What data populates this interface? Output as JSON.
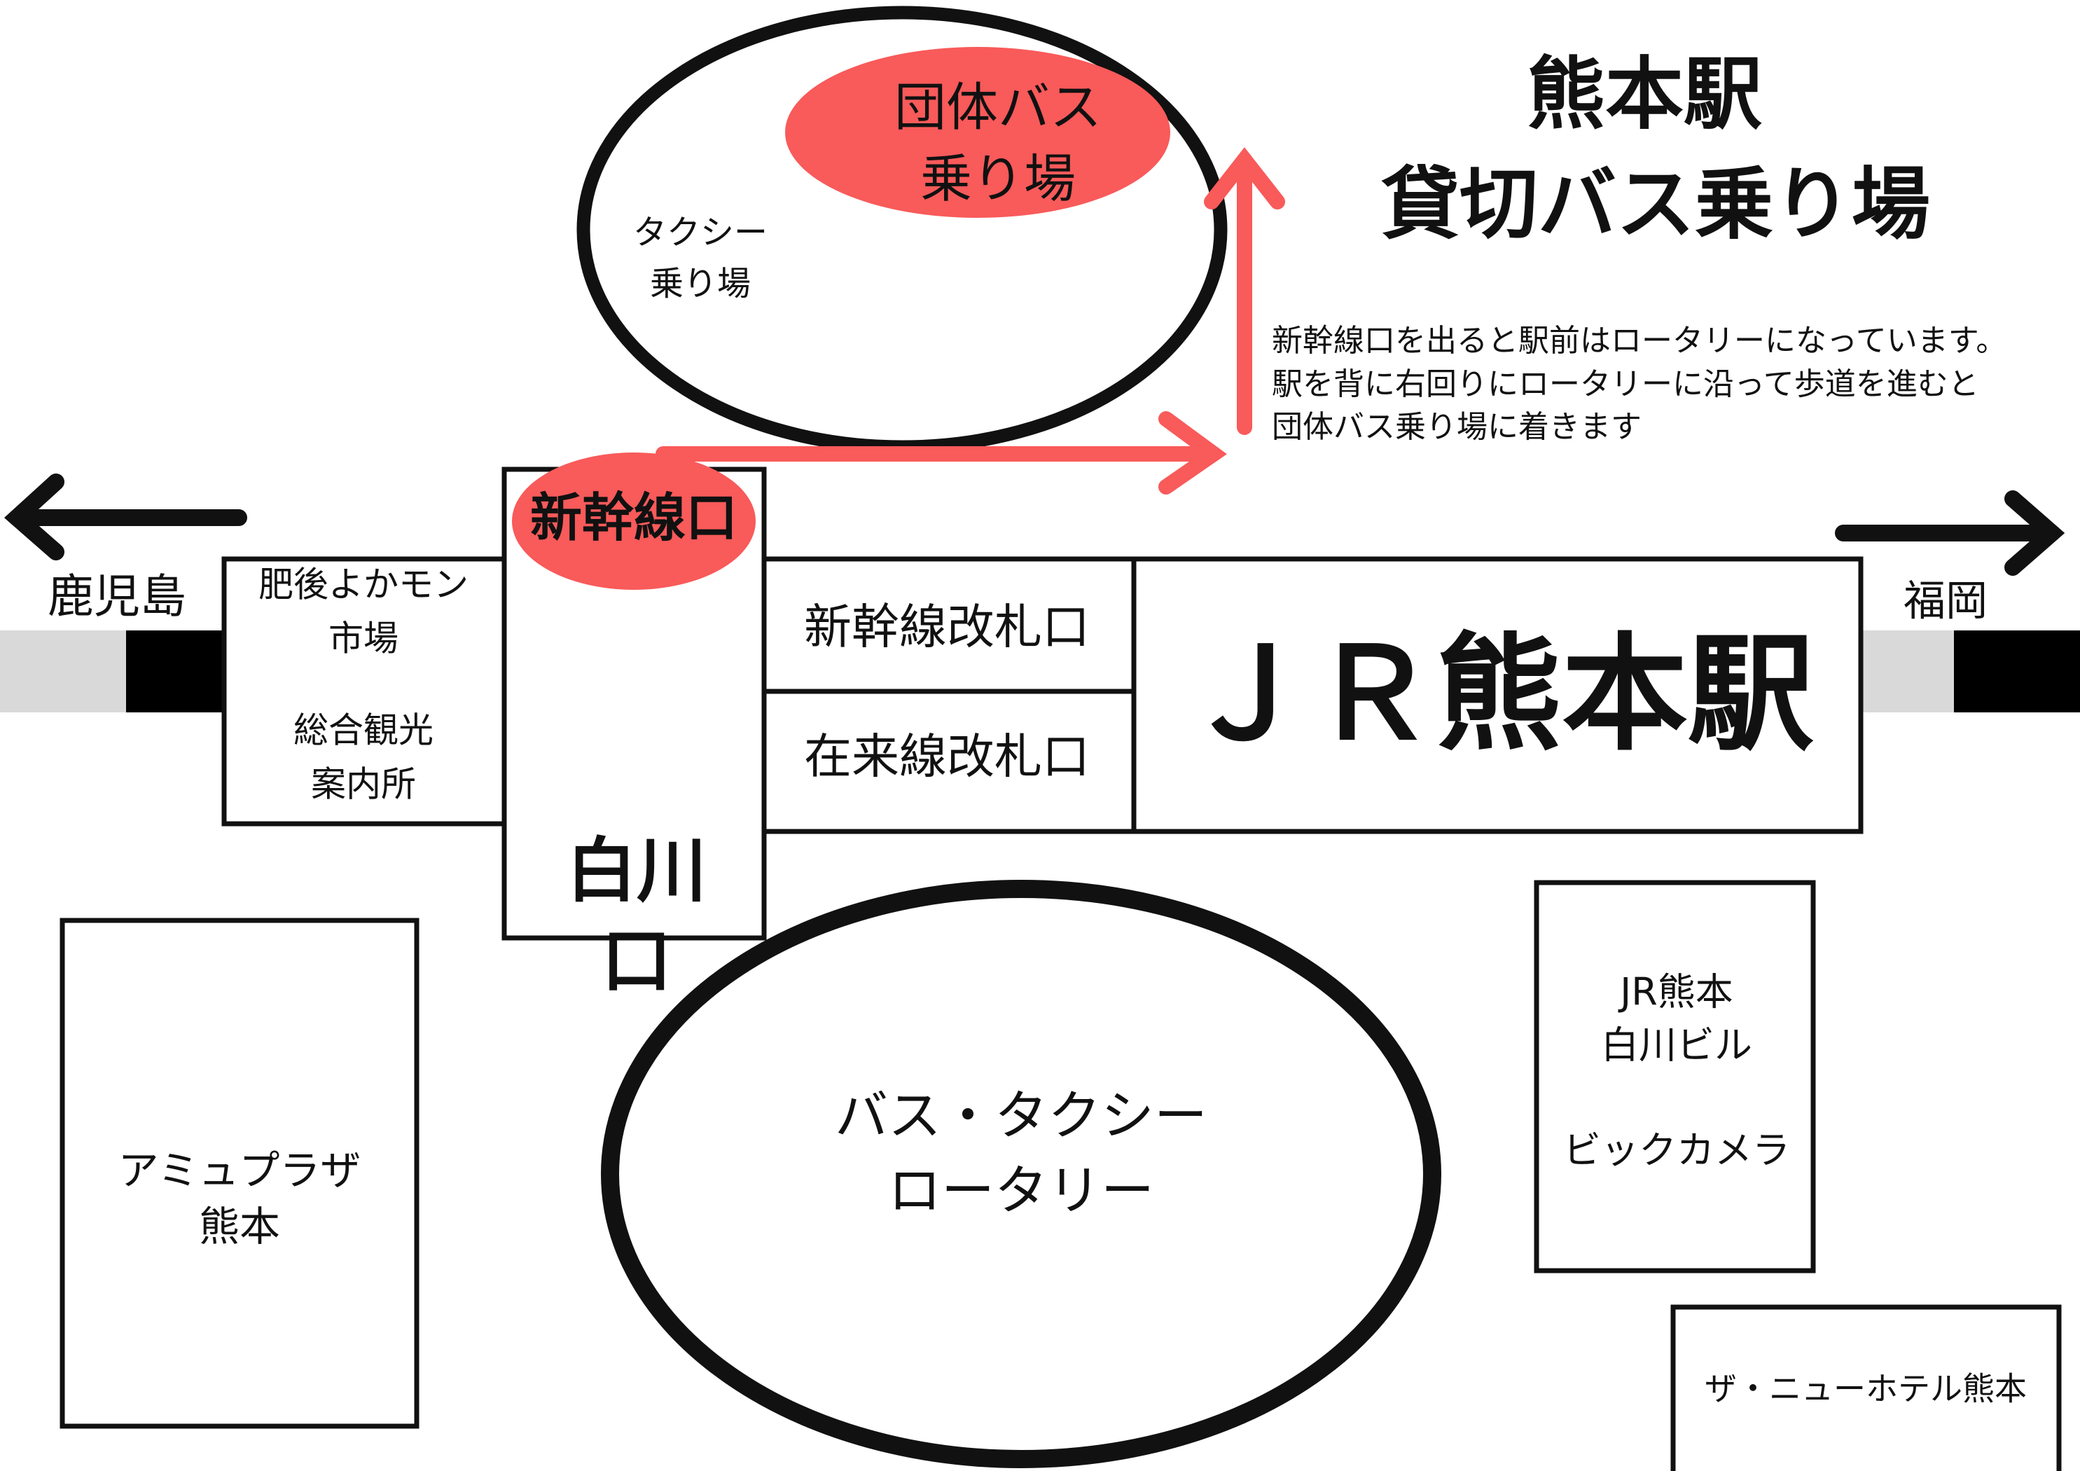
{
  "title": {
    "line1": "熊本駅",
    "line2": "貸切バス乗り場"
  },
  "description": [
    "新幹線口を出ると駅前はロータリーになっています。",
    "駅を背に右回りにロータリーに沿って歩道を進むと",
    "団体バス乗り場に着きます"
  ],
  "north_rotary": {
    "group_bus": [
      "団体バス",
      "乗り場"
    ],
    "taxi": [
      "タクシー",
      "乗り場"
    ]
  },
  "directions": {
    "left": "鹿児島",
    "right": "福岡"
  },
  "station": {
    "name": "ＪＲ熊本駅",
    "shinkansen_exit": "新幹線口",
    "shirakawa_exit": [
      "白川",
      "口"
    ],
    "shinkansen_gate": "新幹線改札口",
    "zairai_gate": "在来線改札口"
  },
  "left_building": {
    "lines": [
      "肥後よかモン",
      "市場",
      "総合観光",
      "案内所"
    ]
  },
  "south_rotary": [
    "バス・タクシー",
    "ロータリー"
  ],
  "amu_plaza": [
    "アミュプラザ",
    "熊本"
  ],
  "jr_building": [
    "JR熊本",
    "白川ビル",
    "ビックカメラ"
  ],
  "hotel": "ザ・ニューホテル熊本",
  "colors": {
    "accent": "#f95a5a",
    "track": "#d9d9d9"
  }
}
